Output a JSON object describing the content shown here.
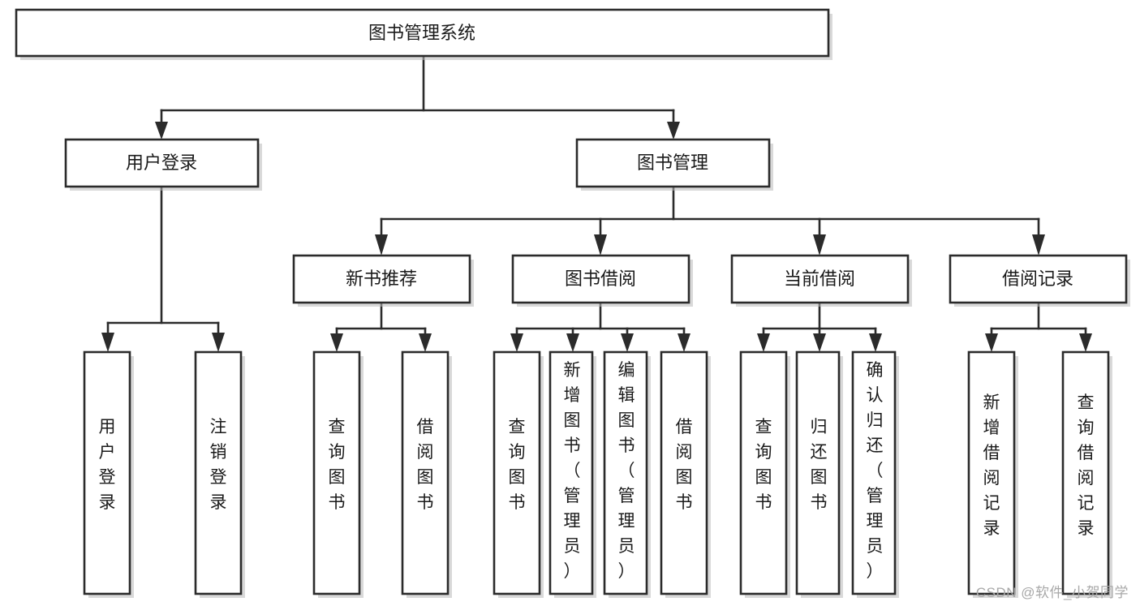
{
  "diagram": {
    "type": "tree-flowchart",
    "title": "图书管理系统",
    "watermark": "CSDN @软件_小贺同学",
    "colors": {
      "stroke": "#2b2b2b",
      "fill": "#ffffff",
      "shadow": "#b9b9b9",
      "text": "#1a1a1a",
      "watermark": "#a8a8a8"
    },
    "levels": {
      "root": {
        "label": "图书管理系统"
      },
      "level2": [
        {
          "id": "user-login",
          "label": "用户登录"
        },
        {
          "id": "book-manage",
          "label": "图书管理"
        }
      ],
      "level3": [
        {
          "id": "new-book-recommend",
          "label": "新书推荐"
        },
        {
          "id": "book-borrow",
          "label": "图书借阅"
        },
        {
          "id": "current-borrow",
          "label": "当前借阅"
        },
        {
          "id": "borrow-record",
          "label": "借阅记录"
        }
      ],
      "leaves": [
        {
          "id": "leaf-user-login",
          "label": "用户登录",
          "parent": "user-login"
        },
        {
          "id": "leaf-logout-login",
          "label": "注销登录",
          "parent": "user-login"
        },
        {
          "id": "leaf-query-book-1",
          "label": "查询图书",
          "parent": "new-book-recommend"
        },
        {
          "id": "leaf-borrow-book-1",
          "label": "借阅图书",
          "parent": "new-book-recommend"
        },
        {
          "id": "leaf-query-book-2",
          "label": "查询图书",
          "parent": "book-borrow"
        },
        {
          "id": "leaf-add-book",
          "label": "新增图书（管理员）",
          "parent": "book-borrow"
        },
        {
          "id": "leaf-edit-book",
          "label": "编辑图书（管理员）",
          "parent": "book-borrow"
        },
        {
          "id": "leaf-borrow-book-2",
          "label": "借阅图书",
          "parent": "book-borrow"
        },
        {
          "id": "leaf-query-book-3",
          "label": "查询图书",
          "parent": "current-borrow"
        },
        {
          "id": "leaf-return-book",
          "label": "归还图书",
          "parent": "current-borrow"
        },
        {
          "id": "leaf-confirm-return",
          "label": "确认归还（管理员）",
          "parent": "current-borrow"
        },
        {
          "id": "leaf-add-record",
          "label": "新增借阅记录",
          "parent": "borrow-record"
        },
        {
          "id": "leaf-query-record",
          "label": "查询借阅记录",
          "parent": "borrow-record"
        }
      ]
    }
  }
}
